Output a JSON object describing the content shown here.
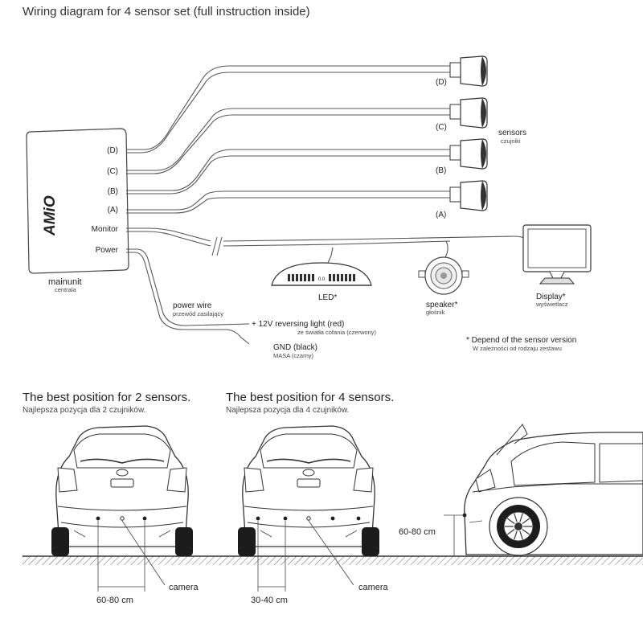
{
  "title": "Wiring diagram for 4 sensor set (full instruction inside)",
  "main_unit": {
    "brand": "AMiO",
    "ports": [
      "(D)",
      "(C)",
      "(B)",
      "(A)",
      "Monitor",
      "Power"
    ],
    "label": "mainunit",
    "label_sub": "centrala"
  },
  "sensors": {
    "tags": [
      "(D)",
      "(C)",
      "(B)",
      "(A)"
    ],
    "label": "sensors",
    "label_sub": "czujniki"
  },
  "led": {
    "label": "LED*",
    "readout": "0.0"
  },
  "speaker": {
    "label": "speaker*",
    "label_sub": "głośnik"
  },
  "display": {
    "label": "Display*",
    "label_sub": "wyświetlacz"
  },
  "power_wire": {
    "label": "power wire",
    "label_sub": "przewód zasilający",
    "plus": "+ 12V reversing light (red)",
    "plus_sub": "ze światła cofania (czerwony)",
    "gnd": "GND (black)",
    "gnd_sub": "MASA (czarny)"
  },
  "note": {
    "text": "* Depend of the sensor version",
    "text_sub": "W zależności od rodzaju zestawu"
  },
  "positions": [
    {
      "heading": "The best position for 2 sensors.",
      "sub": "Najlepsza pozycja dla 2 czujników.",
      "distance": "60-80 cm",
      "camera": "camera"
    },
    {
      "heading": "The best position for 4 sensors.",
      "sub": "Najlepsza pozycja dla 4 czujników.",
      "distance": "30-40 cm",
      "camera": "camera"
    }
  ],
  "height": {
    "distance": "60-80 cm"
  },
  "colors": {
    "line": "#333333",
    "led_lit": "#2f2f2f",
    "ground": "#555555"
  }
}
